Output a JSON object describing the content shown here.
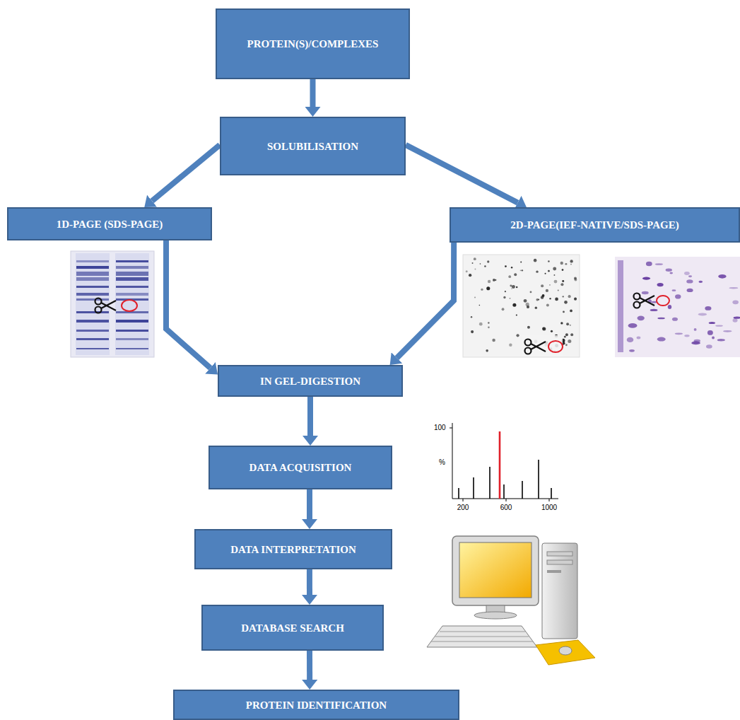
{
  "diagram": {
    "nodes": [
      {
        "text": [
          "PROTEIN(S)/COMPLEXES"
        ]
      },
      {
        "text": [
          "SOLUBILISATION"
        ]
      },
      {
        "text": [
          "1D-PAGE (SDS-PAGE)"
        ]
      },
      {
        "text": [
          "2D-PAGE(IEF-NATIVE/SDS-PAGE)"
        ]
      },
      {
        "text": [
          "IN GEL-DIGESTION"
        ]
      },
      {
        "text": [
          "DATA ACQUISITION"
        ]
      },
      {
        "text": [
          "DATA INTERPRETATION"
        ]
      },
      {
        "text": [
          "DATABASE SEARCH"
        ]
      },
      {
        "text": [
          "PROTEIN IDENTIFICATION"
        ]
      }
    ],
    "edges": [
      {
        "from": 0,
        "to": 1,
        "arrow": "to"
      },
      {
        "from": 1,
        "to": 2,
        "arrow": "to"
      },
      {
        "from": 1,
        "to": 3,
        "arrow": "to"
      },
      {
        "from": 2,
        "to": 4,
        "arrow": "to"
      },
      {
        "from": 3,
        "to": 4,
        "arrow": "to"
      },
      {
        "from": 4,
        "to": 5,
        "arrow": "to"
      },
      {
        "from": 5,
        "to": 6,
        "arrow": "to"
      },
      {
        "from": 6,
        "to": 7,
        "arrow": "to"
      },
      {
        "from": 7,
        "to": 8,
        "arrow": "to"
      }
    ],
    "labels": [
      "100",
      "%",
      "200",
      "600",
      "1000"
    ]
  }
}
